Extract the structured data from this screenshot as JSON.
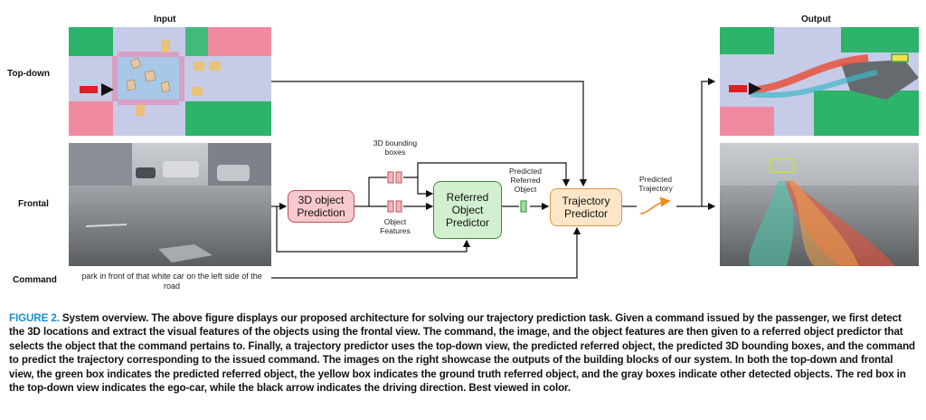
{
  "labels": {
    "input": "Input",
    "output": "Output",
    "top_down": "Top-down",
    "frontal": "Frontal",
    "command": "Command"
  },
  "command_text": "park in front of that white car on the left side of the road",
  "blocks": {
    "detector": "3D object Prediction",
    "referred": "Referred Object Predictor",
    "trajectory": "Trajectory Predictor"
  },
  "annotations": {
    "bboxes": "3D bounding boxes",
    "features": "Object Features",
    "predicted_object": "Predicted Referred Object",
    "predicted_trajectory": "Predicted Trajectory"
  },
  "caption": {
    "figure_label": "FIGURE 2.",
    "text": "System overview. The above figure displays our proposed architecture for solving our trajectory prediction task. Given a command issued by the passenger, we first detect the 3D locations and extract the visual features of the objects using the frontal view. The command, the image, and the object features are then given to a referred object predictor that selects the object that the command pertains to. Finally, a trajectory predictor uses the top-down view, the predicted referred object, the predicted 3D bounding boxes, and the command to predict the trajectory corresponding to the issued command. The images on the right showcase the outputs of the building blocks of our system. In both the top-down and frontal view, the green box indicates the predicted referred object, the yellow box indicates the ground truth referred object, and the gray boxes indicate other detected objects. The red box in the top-down view indicates the ego-car, while the black arrow indicates the driving direction. Best viewed in color."
  },
  "colors": {
    "detector_fill": "#f8c9cc",
    "detector_border": "#c0505a",
    "referred_fill": "#d2f0cf",
    "referred_border": "#3e8a3a",
    "trajectory_fill": "#fde6c8",
    "trajectory_border": "#d19a4a",
    "caption_label": "#1a8ed1"
  }
}
